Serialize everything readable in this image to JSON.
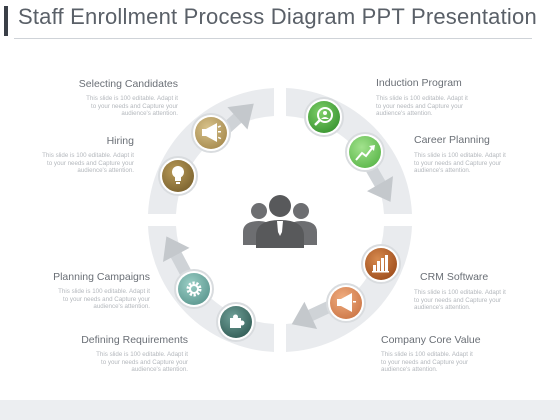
{
  "title": "Staff Enrollment Process Diagram PPT Presentation",
  "description_lines": [
    "This slide is 100 editable. Adapt it",
    "to your needs and Capture your",
    "audience's attention."
  ],
  "steps": {
    "selecting_candidates": {
      "label": "Selecting Candidates",
      "icon": "megaphone-icon",
      "color": "#b39a5e"
    },
    "hiring": {
      "label": "Hiring",
      "icon": "lightbulb-icon",
      "color": "#8c7640"
    },
    "induction_program": {
      "label": "Induction Program",
      "icon": "search-user-icon",
      "color": "#4aa83e"
    },
    "career_planning": {
      "label": "Career Planning",
      "icon": "growth-chart-icon",
      "color": "#6cc45a"
    },
    "crm_software": {
      "label": "CRM Software",
      "icon": "bar-chart-icon",
      "color": "#b4602a"
    },
    "company_core_value": {
      "label": "Company Core Value",
      "icon": "megaphone-icon",
      "color": "#d9885a"
    },
    "planning_campaigns": {
      "label": "Planning Campaigns",
      "icon": "gear-icon",
      "color": "#6fa8a0"
    },
    "defining_requirements": {
      "label": "Defining Requirements",
      "icon": "puzzle-icon",
      "color": "#41756c"
    }
  },
  "center_icon": "team-icon"
}
